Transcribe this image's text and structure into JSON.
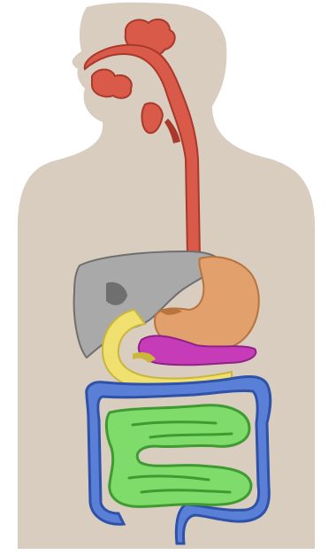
{
  "colors": {
    "background": "#ffffff",
    "body": "#d9cdbf",
    "esophagus": "#d95a48",
    "esophagus_dark": "#a8392b",
    "liver": "#a9a9a9",
    "liver_dark": "#6f6f6f",
    "stomach": "#e2a06c",
    "stomach_dark": "#b8743f",
    "pancreas": "#c63bb8",
    "duodenum": "#f0e070",
    "duodenum_dark": "#c9b63c",
    "large_intestine": "#5a7fd6",
    "large_intestine_dark": "#2f52a8",
    "small_intestine": "#7fdc6a",
    "small_intestine_dark": "#3f9a31"
  },
  "organs": [
    {
      "id": "salivary-glands",
      "icon": "salivary-glands-icon"
    },
    {
      "id": "esophagus",
      "icon": "esophagus-icon"
    },
    {
      "id": "liver",
      "icon": "liver-icon"
    },
    {
      "id": "stomach",
      "icon": "stomach-icon"
    },
    {
      "id": "pancreas",
      "icon": "pancreas-icon"
    },
    {
      "id": "duodenum",
      "icon": "duodenum-icon"
    },
    {
      "id": "large-intestine",
      "icon": "large-intestine-icon"
    },
    {
      "id": "small-intestine",
      "icon": "small-intestine-icon"
    }
  ]
}
